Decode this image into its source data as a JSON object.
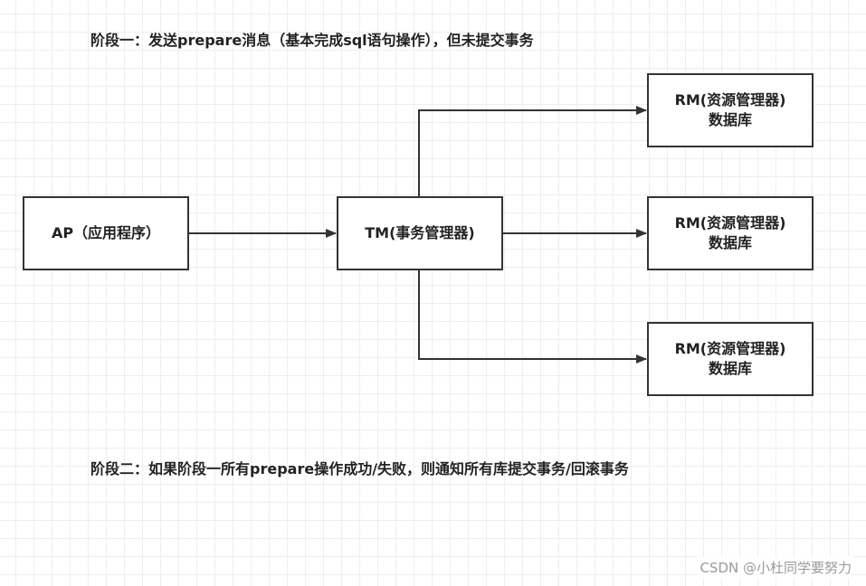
{
  "diagram": {
    "phase_one_text": "阶段一：发送prepare消息（基本完成sql语句操作），但未提交事务",
    "phase_two_text": "阶段二：如果阶段一所有prepare操作成功/失败，则通知所有库提交事务/回滚事务",
    "nodes": {
      "ap": "AP（应用程序）",
      "tm": "TM(事务管理器)",
      "rm": [
        "RM(资源管理器)\n数据库",
        "RM(资源管理器)\n数据库",
        "RM(资源管理器)\n数据库"
      ]
    }
  },
  "watermark": "CSDN @小杜同学要努力",
  "colors": {
    "line": "#333333",
    "grid": "#eeeeee",
    "watermark": "#9a9a9a"
  }
}
